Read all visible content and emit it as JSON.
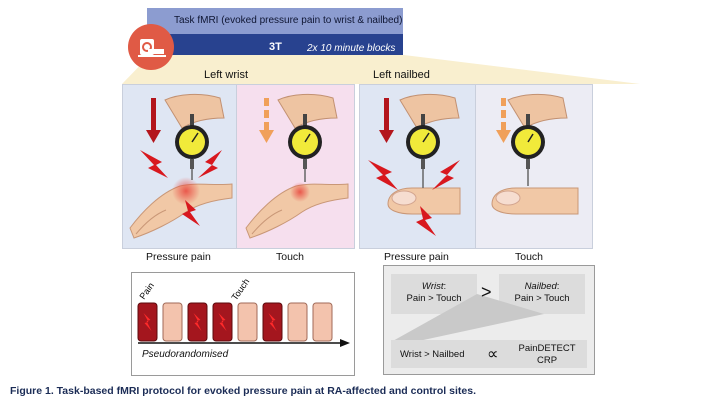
{
  "header": {
    "title": "Task fMRI (evoked pressure pain to wrist & nailbed)",
    "field_strength": "3T",
    "blocks": "2x 10 minute blocks"
  },
  "sites": {
    "left": "Left wrist",
    "right": "Left nailbed"
  },
  "conditions": {
    "wrist_pain": "Pressure pain",
    "wrist_touch": "Touch",
    "nail_pain": "Pressure pain",
    "nail_touch": "Touch"
  },
  "sequence": {
    "pain_label": "Pain",
    "touch_label": "Touch",
    "order": [
      "pain",
      "touch",
      "pain",
      "pain",
      "touch",
      "pain",
      "touch",
      "touch"
    ],
    "axis_label": "Pseudorandomised"
  },
  "contrasts": {
    "wrist_label": "Wrist",
    "wrist_contrast": "Pain > Touch",
    "greater": ">",
    "nailbed_label": "Nailbed",
    "nailbed_contrast": "Pain > Touch",
    "diff": "Wrist > Nailbed",
    "proportional": "∝",
    "measure1": "PainDETECT",
    "measure2": "CRP"
  },
  "caption": "Figure 1. Task-based fMRI protocol for evoked pressure pain at RA-affected and control sites.",
  "colors": {
    "header_light": "#8c9cd0",
    "header_dark": "#28428f",
    "pain_block": "#a4161e",
    "touch_block": "#f3c3ad",
    "pain_panel_bg": "#dfe6f3",
    "touch_panel_bg": "#f6dfee",
    "beam": "#f9efcf"
  },
  "icons": [
    "mri-scanner-icon",
    "pain-arrow-icon",
    "touch-arrow-icon",
    "lightning-icon",
    "algometer-icon",
    "hand-icon",
    "finger-icon"
  ]
}
